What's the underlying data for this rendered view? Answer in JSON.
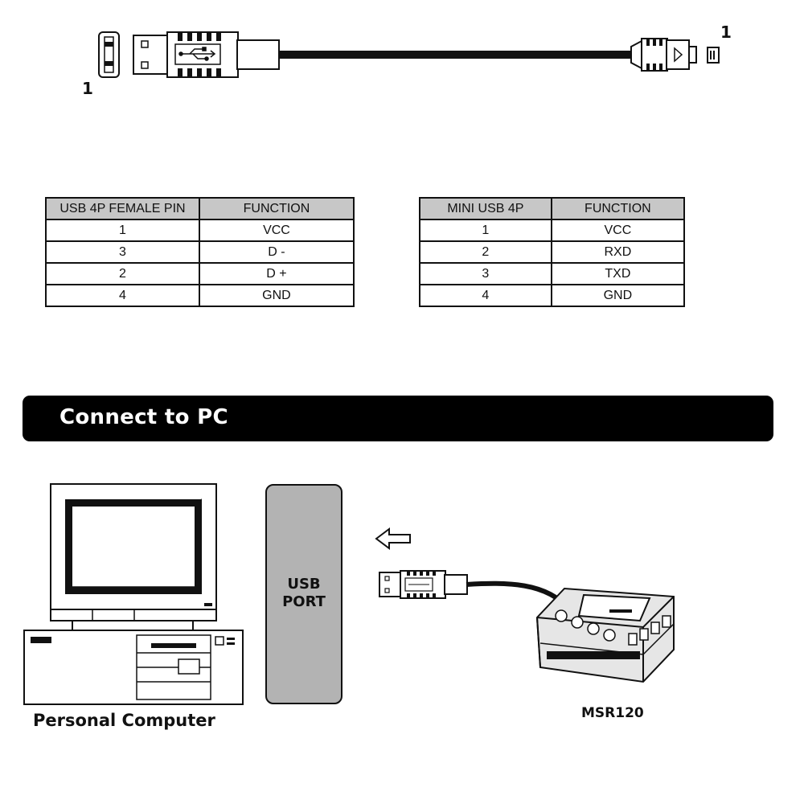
{
  "cable": {
    "left_pin_number": "1",
    "right_pin_number": "1"
  },
  "usb_table": {
    "headers": [
      "USB 4P FEMALE PIN",
      "FUNCTION"
    ],
    "rows": [
      {
        "pin": "1",
        "function": "VCC"
      },
      {
        "pin": "3",
        "function": "D -"
      },
      {
        "pin": "2",
        "function": "D +"
      },
      {
        "pin": "4",
        "function": "GND"
      }
    ]
  },
  "mini_usb_table": {
    "headers": [
      "MINI USB 4P",
      "FUNCTION"
    ],
    "rows": [
      {
        "pin": "1",
        "function": "VCC"
      },
      {
        "pin": "2",
        "function": "RXD"
      },
      {
        "pin": "3",
        "function": "TXD"
      },
      {
        "pin": "4",
        "function": "GND"
      }
    ]
  },
  "section": {
    "title": "Connect to PC"
  },
  "connection": {
    "usb_port_label_line1": "USB",
    "usb_port_label_line2": "PORT",
    "pc_caption": "Personal Computer",
    "device_caption": "MSR120"
  },
  "icons": {
    "usb_symbol": "usb-symbol-icon",
    "arrow": "arrow-left-icon"
  }
}
